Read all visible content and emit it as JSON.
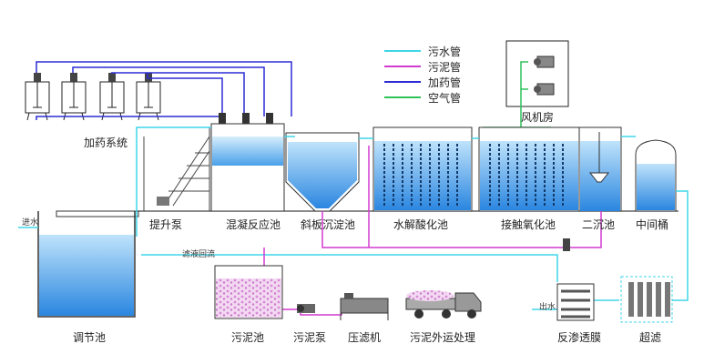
{
  "labels": {
    "dosing_system": "加药系统",
    "blower_room": "风机房",
    "inflow": "进水",
    "regulating_tank": "调节池",
    "lift_pump": "提升泵",
    "coagulation_tank": "混凝反应池",
    "inclined_settling": "斜板沉淀池",
    "hydrolysis_tank": "水解酸化池",
    "contact_oxidation": "接触氧化池",
    "secondary_settling": "二沉池",
    "intermediate_tank": "中间桶",
    "sludge_tank": "污泥池",
    "sludge_pump": "污泥泵",
    "filter_press": "压滤机",
    "sludge_transport": "污泥外运处理",
    "reverse_osmosis": "反渗透膜",
    "ultrafiltration": "超滤",
    "outflow": "出水",
    "filtrate": "滤液回流"
  },
  "legend": [
    {
      "label": "污水管",
      "color": "#3fd6e8"
    },
    {
      "label": "污泥管",
      "color": "#d23ad0"
    },
    {
      "label": "加药管",
      "color": "#2b2bd6"
    },
    {
      "label": "空气管",
      "color": "#2ec25a"
    }
  ]
}
